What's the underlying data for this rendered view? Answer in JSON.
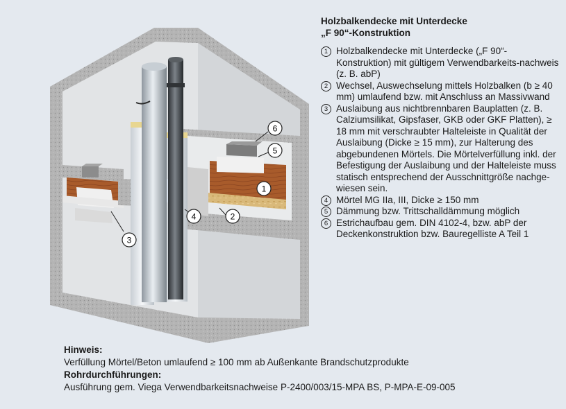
{
  "title_line1": "Holzbalkendecke mit Unterdecke",
  "title_line2": "„F 90“-Konstruktion",
  "legend": [
    {
      "num": "1",
      "text": "Holzbalkendecke mit Unterdecke („F 90“-Konstruktion) mit gültigem Verwendbarkeits-nachweis (z. B. abP)"
    },
    {
      "num": "2",
      "text": "Wechsel, Auswechselung mittels Holzbalken (b ≥ 40 mm) umlaufend bzw. mit Anschluss an Massivwand"
    },
    {
      "num": "3",
      "text": "Auslaibung aus nichtbrennbaren Bauplatten (z. B. Calziumsilikat, Gipsfaser, GKB oder GKF Platten), ≥ 18 mm mit verschraubter Halteleiste in Qualität der Auslaibung (Dicke ≥ 15 mm), zur Halterung des abgebundenen Mörtels. Die Mörtelverfüllung inkl. der Befestigung der Auslaibung und der Halteleiste muss statisch entsprechend der Ausschnittgröße nachge-wiesen sein."
    },
    {
      "num": "4",
      "text": "Mörtel MG IIa, III, Dicke ≥ 150 mm"
    },
    {
      "num": "5",
      "text": "Dämmung bzw. Trittschalldämmung möglich"
    },
    {
      "num": "6",
      "text": "Estrichaufbau gem. DIN 4102-4, bzw. abP der Deckenkonstruktion bzw. Bauregelliste A Teil 1"
    }
  ],
  "notes": {
    "hinweis_label": "Hinweis:",
    "hinweis_text": "Verfüllung Mörtel/Beton umlaufend ≥ 100 mm ab Außenkante Brandschutzprodukte",
    "rohr_label": "Rohrdurchführungen:",
    "rohr_text": "Ausführung gem. Viega Verwendbarkeitsnachweise P-2400/003/15-MPA BS, P-MPA-E-09-005"
  },
  "callouts": [
    "1",
    "2",
    "3",
    "4",
    "5",
    "6"
  ],
  "colors": {
    "background": "#e4e9ef",
    "concrete": "#b9b9b9",
    "wall_face": "#e6e6e6",
    "timber": "#a55a2a",
    "insulation_blue": "#5a7fc8",
    "screed": "#7a7a7a"
  }
}
